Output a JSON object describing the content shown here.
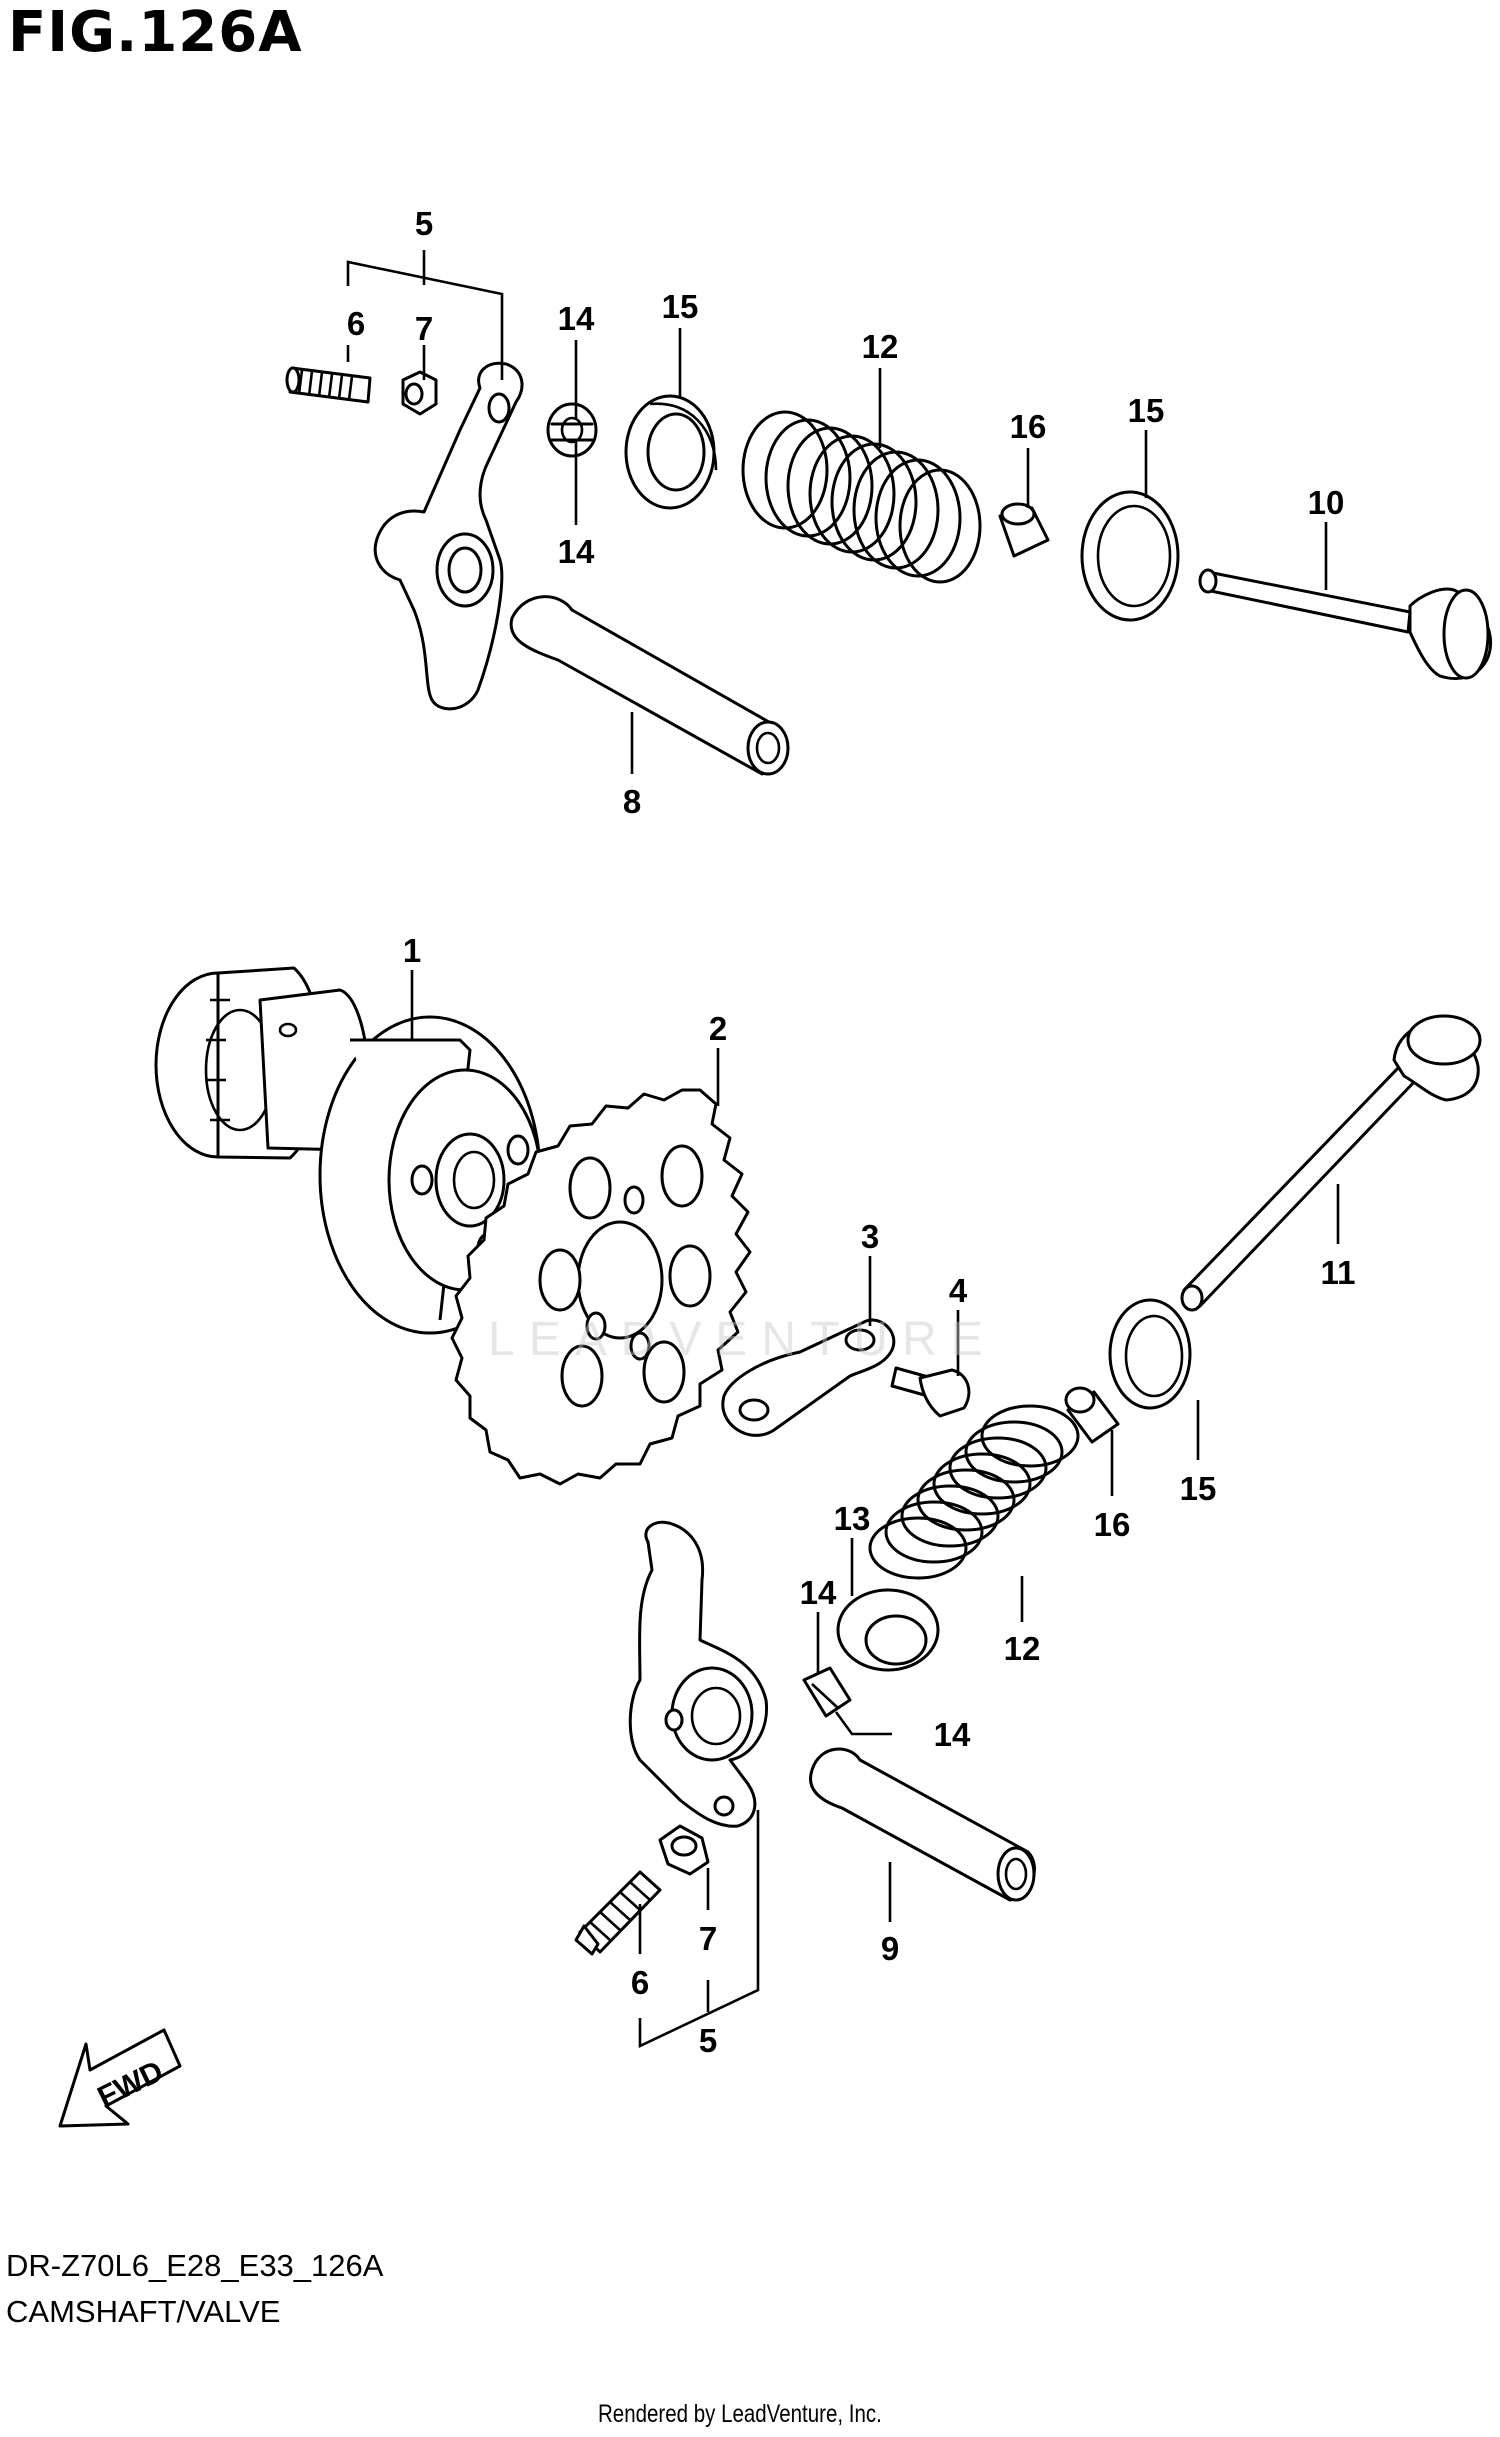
{
  "figure": {
    "title": "FIG.126A",
    "model_code": "DR-Z70L6_E28_E33_126A",
    "section_name": "CAMSHAFT/VALVE",
    "rendered_by": "Rendered by LeadVenture, Inc.",
    "watermark": "LEADVENTURE",
    "direction_label": "FWD"
  },
  "callouts": {
    "c1": "1",
    "c2": "2",
    "c3": "3",
    "c4": "4",
    "c5a": "5",
    "c5b": "5",
    "c6a": "6",
    "c6b": "6",
    "c7a": "7",
    "c7b": "7",
    "c8": "8",
    "c9": "9",
    "c10": "10",
    "c11": "11",
    "c12a": "12",
    "c12b": "12",
    "c13": "13",
    "c14a": "14",
    "c14b": "14",
    "c14c": "14",
    "c14d": "14",
    "c15a": "15",
    "c15b": "15",
    "c15c": "15",
    "c16a": "16",
    "c16b": "16"
  }
}
